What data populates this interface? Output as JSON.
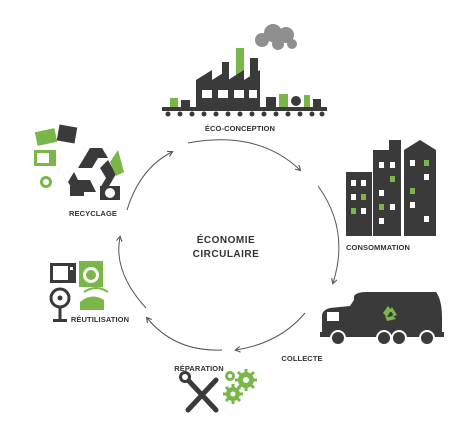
{
  "center": {
    "line1": "ÉCONOMIE",
    "line2": "CIRCULAIRE"
  },
  "stages": [
    {
      "id": "eco-conception",
      "label": "ÉCO-CONCEPTION",
      "icon": "factory-icon"
    },
    {
      "id": "consommation",
      "label": "CONSOMMATION",
      "icon": "city-buildings-icon"
    },
    {
      "id": "collecte",
      "label": "COLLECTE",
      "icon": "garbage-truck-icon"
    },
    {
      "id": "reparation",
      "label": "RÉPARATION",
      "icon": "tools-gears-icon"
    },
    {
      "id": "reutilisation",
      "label": "RÉUTILISATION",
      "icon": "appliances-icon"
    },
    {
      "id": "recyclage",
      "label": "RECYCLAGE",
      "icon": "recycling-symbol-icon"
    }
  ],
  "colors": {
    "accent": "#7ab648",
    "dark": "#3a3a3a",
    "smoke": "#8f8f8f",
    "arrow": "#555555"
  }
}
